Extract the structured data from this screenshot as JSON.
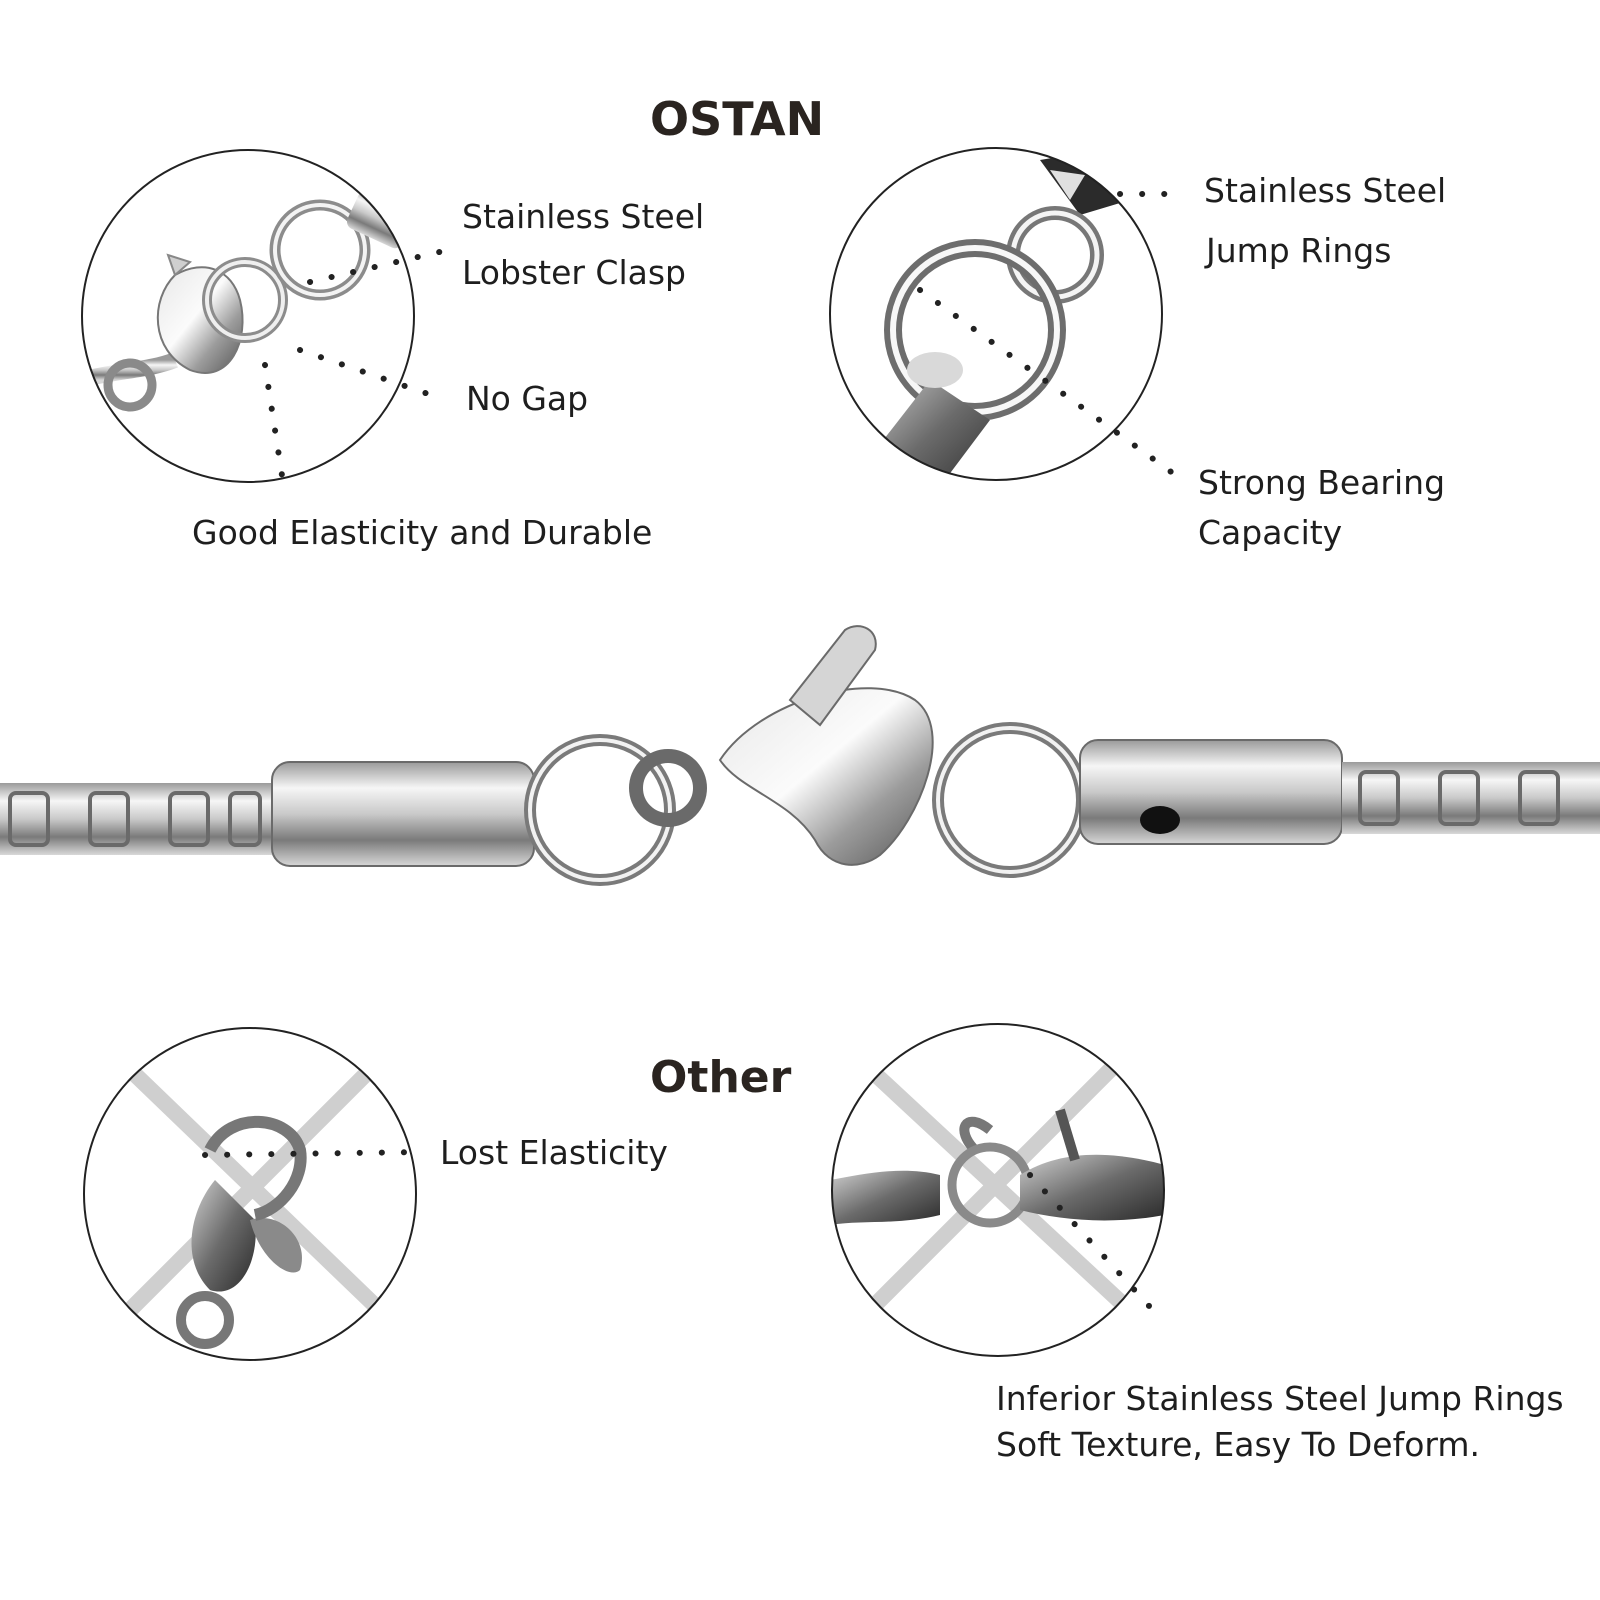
{
  "headings": {
    "brand": "OSTAN",
    "other": "Other"
  },
  "ostan_callouts": {
    "lobster_clasp": [
      "Stainless Steel",
      "Lobster Clasp"
    ],
    "no_gap": "No Gap",
    "elasticity": "Good Elasticity and Durable",
    "jump_rings": [
      "Stainless Steel",
      "Jump Rings"
    ],
    "bearing": [
      "Strong Bearing",
      "Capacity"
    ]
  },
  "other_callouts": {
    "lost_elasticity": "Lost Elasticity",
    "inferior": [
      "Inferior Stainless Steel Jump Rings",
      "Soft Texture, Easy To Deform."
    ]
  },
  "colors": {
    "text": "#1e1e1e",
    "heading": "#2a2420",
    "steel_light": "#f4f4f4",
    "steel_mid": "#b8b8b8",
    "steel_dark": "#6a6a6a",
    "cross": "#cfcfcf"
  }
}
